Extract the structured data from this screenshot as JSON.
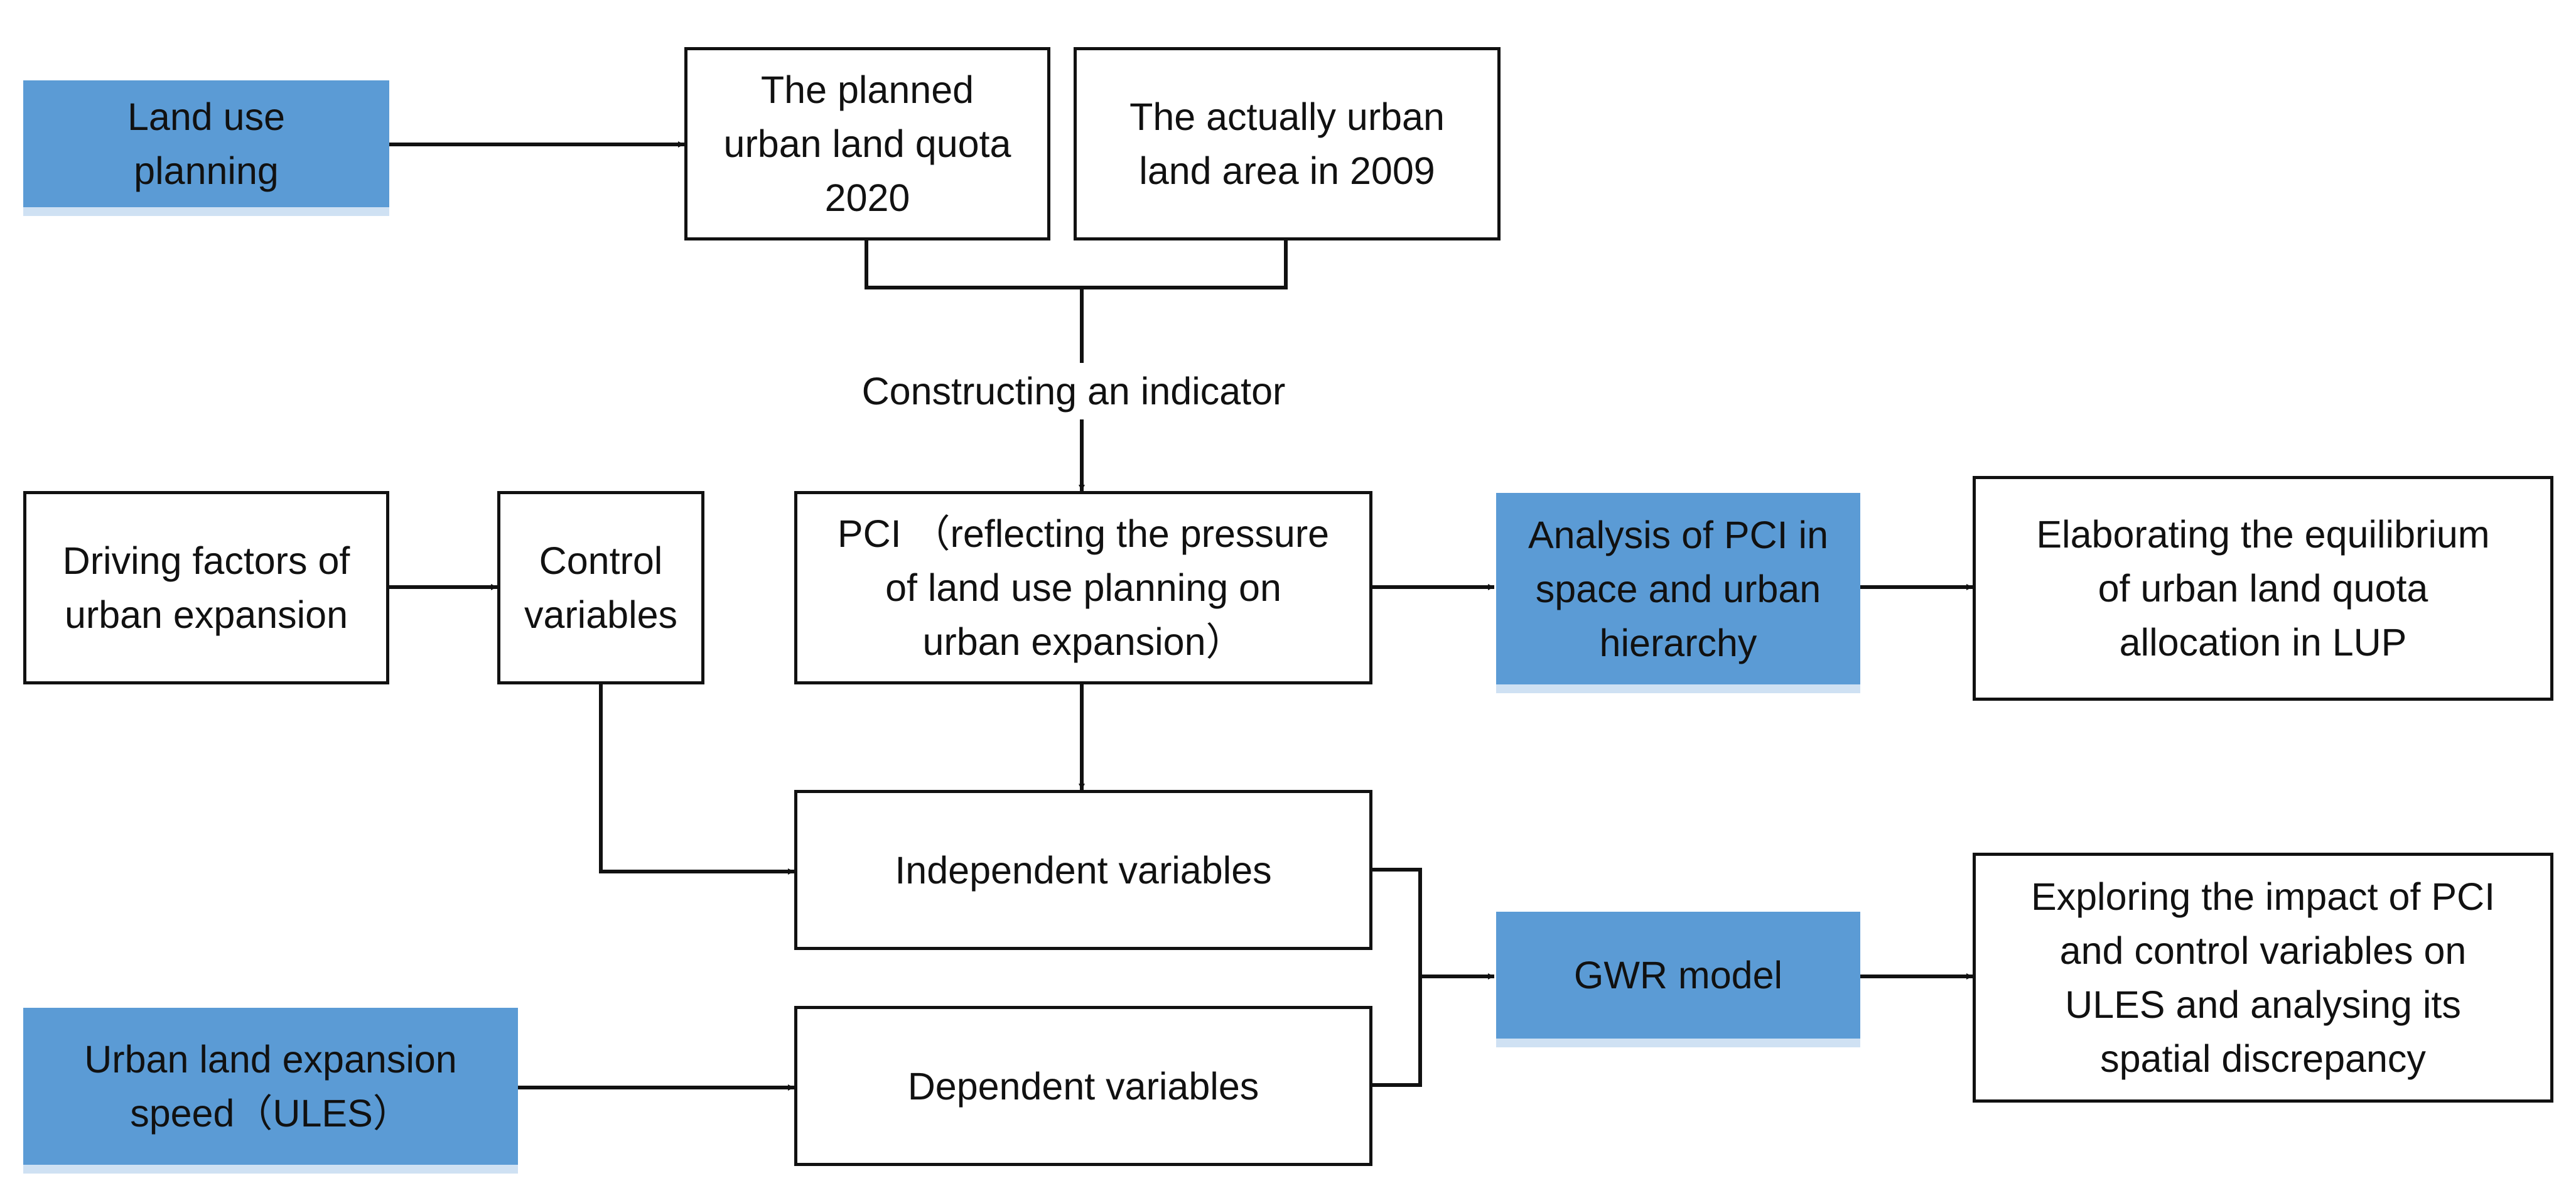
{
  "colors": {
    "accent": "#5b9bd5",
    "accent_light": "#cfe1f3",
    "line": "#111111"
  },
  "nodes": {
    "land_use_planning": "Land use\nplanning",
    "planned_quota": "The planned\nurban land quota\n2020",
    "actual_area": "The actually urban\nland area in  2009",
    "driving_factors": "Driving factors of\nurban expansion",
    "control_variables": "Control\nvariables",
    "pci": "PCI （reflecting the pressure\nof land use planning on\nurban expansion）",
    "analysis_pci": "Analysis of  PCI in\nspace and urban\nhierarchy",
    "elaborating": "Elaborating the equilibrium\nof urban land quota\nallocation in LUP",
    "independent": "Independent variables",
    "dependent": "Dependent variables",
    "ules": "Urban land expansion\nspeed（ULES）",
    "gwr": "GWR model",
    "exploring": "Exploring the impact of PCI\nand control variables on\nULES and  analysing its\nspatial discrepancy"
  },
  "edge_labels": {
    "constructing": "Constructing an indicator"
  }
}
